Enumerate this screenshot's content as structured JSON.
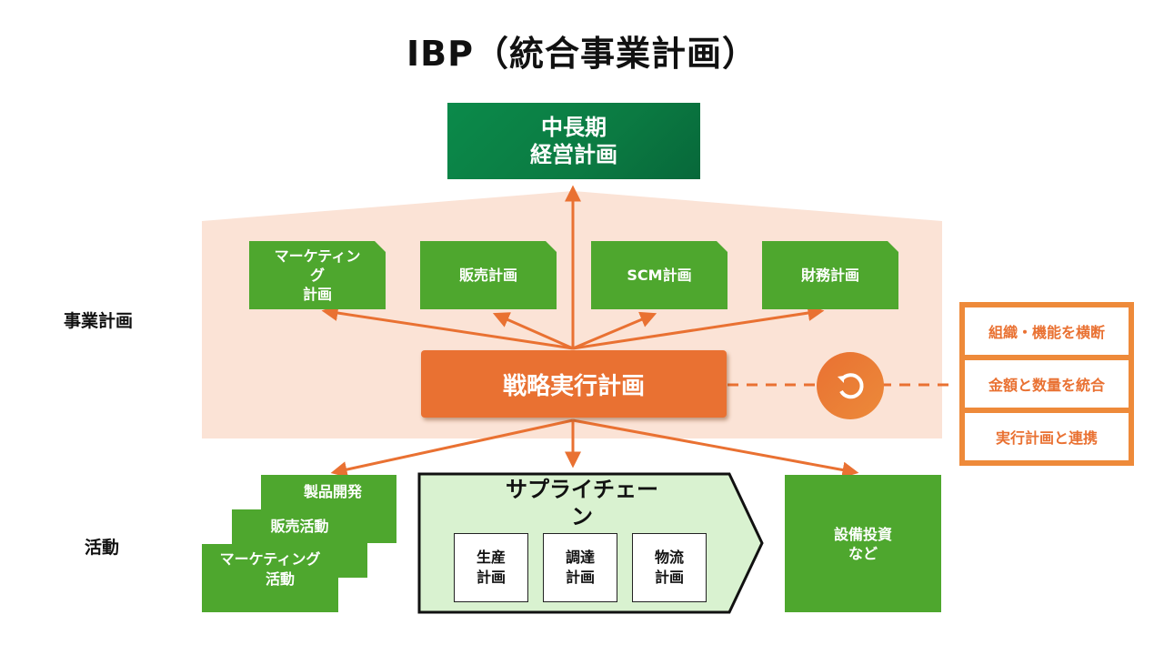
{
  "title": "IBP（統合事業計画）",
  "side_labels": {
    "business_plan": "事業計画",
    "activities": "活動"
  },
  "mid_long_term_plan": {
    "line1": "中長期",
    "line2": "経営計画"
  },
  "business_plans": [
    {
      "label_line1": "マーケティン",
      "label_line2": "グ",
      "label_line3": "計画"
    },
    {
      "label": "販売計画"
    },
    {
      "label": "SCM計画"
    },
    {
      "label": "財務計画"
    }
  ],
  "strategy_plan": "戦略実行計画",
  "cycle_icon": "refresh-cycle-icon",
  "features": [
    "組織・機能を横断",
    "金額と数量を統合",
    "実行計画と連携"
  ],
  "activities": {
    "stack": [
      {
        "label": "製品開発"
      },
      {
        "label": "販売活動"
      },
      {
        "label_line1": "マーケティング",
        "label_line2": "活動"
      }
    ],
    "supply_chain": {
      "title_line1": "サプライチェー",
      "title_line2": "ン",
      "items": [
        {
          "line1": "生産",
          "line2": "計画"
        },
        {
          "line1": "調達",
          "line2": "計画"
        },
        {
          "line1": "物流",
          "line2": "計画"
        }
      ]
    },
    "equipment": {
      "line1": "設備投資",
      "line2": "など"
    }
  },
  "colors": {
    "dark_green": "#0b7a42",
    "green": "#4ea72e",
    "orange": "#e97132",
    "peach": "#fbe3d6",
    "light_green": "#d9f2d0"
  }
}
